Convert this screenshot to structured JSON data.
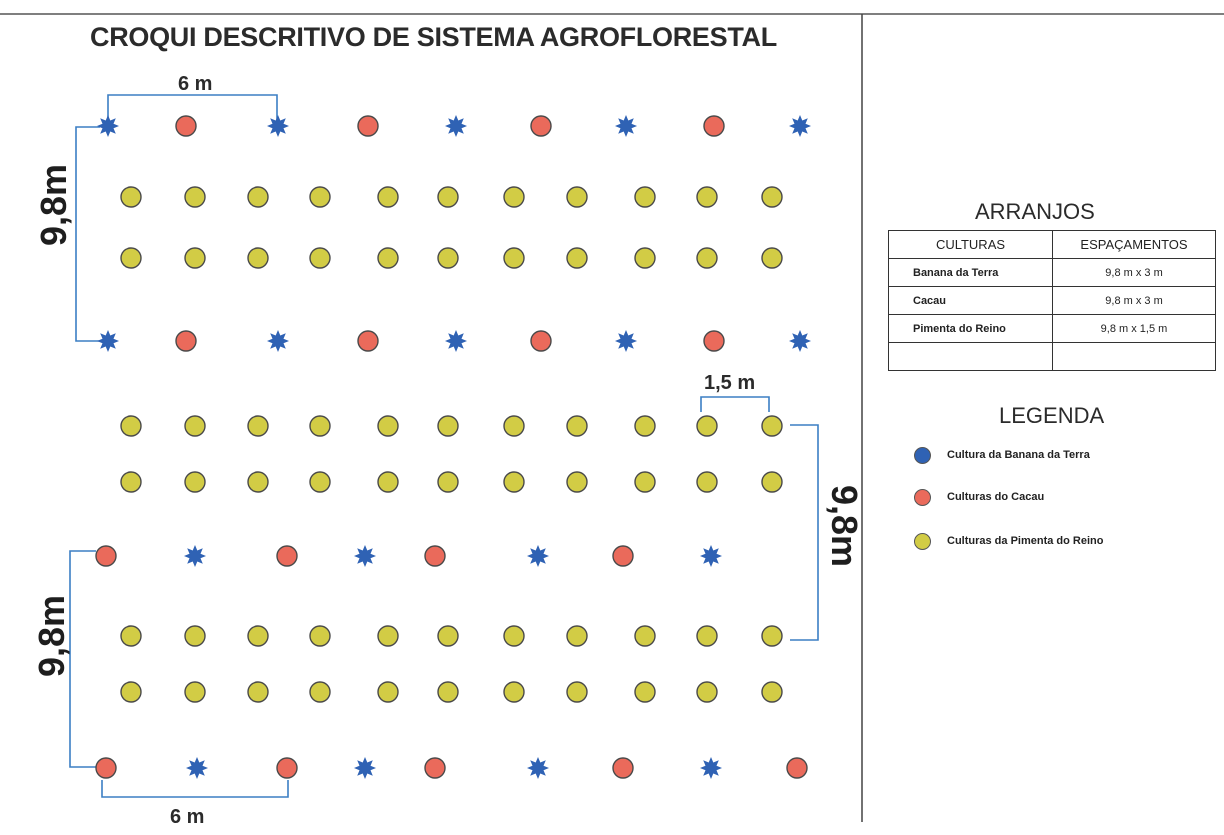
{
  "title": "CROQUI DESCRITIVO DE SISTEMA AGROFLORESTAL",
  "dimensions": {
    "top_width": "6 m",
    "bottom_width": "6 m",
    "left_top_height": "9,8m",
    "left_bottom_height": "9,8m",
    "right_height": "9,8m",
    "spacing_small": "1,5 m"
  },
  "arranjos": {
    "title": "ARRANJOS",
    "headers": [
      "CULTURAS",
      "ESPAÇAMENTOS"
    ],
    "rows": [
      {
        "cultura": "Banana da Terra",
        "espacamento": "9,8 m  x  3 m"
      },
      {
        "cultura": "Cacau",
        "espacamento": "9,8 m  x  3 m"
      },
      {
        "cultura": "Pimenta do Reino",
        "espacamento": "9,8 m  x  1,5 m"
      },
      {
        "cultura": "",
        "espacamento": ""
      }
    ]
  },
  "legenda": {
    "title": "LEGENDA",
    "items": [
      {
        "label": "Cultura da Banana da Terra",
        "color": "#2f62b4",
        "icon": "blue-circle-icon"
      },
      {
        "label": "Culturas do Cacau",
        "color": "#ea6a5b",
        "icon": "red-circle-icon"
      },
      {
        "label": "Culturas da Pimenta do Reino",
        "color": "#d2cc45",
        "icon": "yellow-circle-icon"
      }
    ]
  },
  "colors": {
    "banana": "#2f62b4",
    "cacau": "#ea6a5b",
    "pimenta": "#d2cc45",
    "dimension_line": "#3b7fc4"
  }
}
